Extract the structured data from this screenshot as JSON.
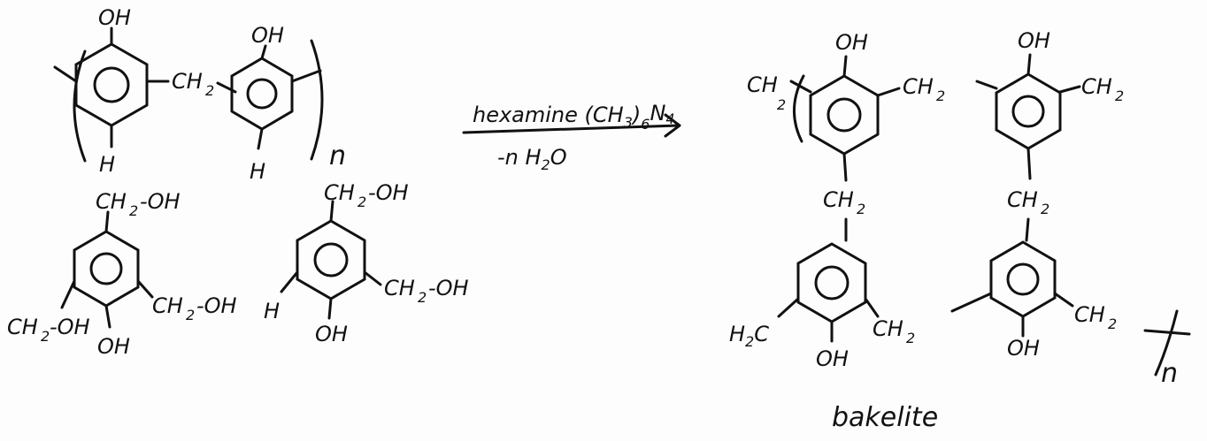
{
  "labels": {
    "oh": "OH",
    "h": "H",
    "n": "n",
    "ch2": "CH",
    "ch2_oh": "CH",
    "h2c": "H",
    "two": "2",
    "dash_oh": "-OH",
    "reagent_main": "hexamine (CH",
    "reagent_sub1": "3",
    "reagent_mid": ")",
    "reagent_sub2": "6",
    "reagent_end": "N",
    "reagent_sub3": "4",
    "water_prefix": "-n H",
    "water_sub": "2",
    "water_end": "O",
    "product_name": "bakelite",
    "c": "C"
  },
  "colors": {
    "ink": "#111111",
    "paper": "#fdfdfd"
  }
}
